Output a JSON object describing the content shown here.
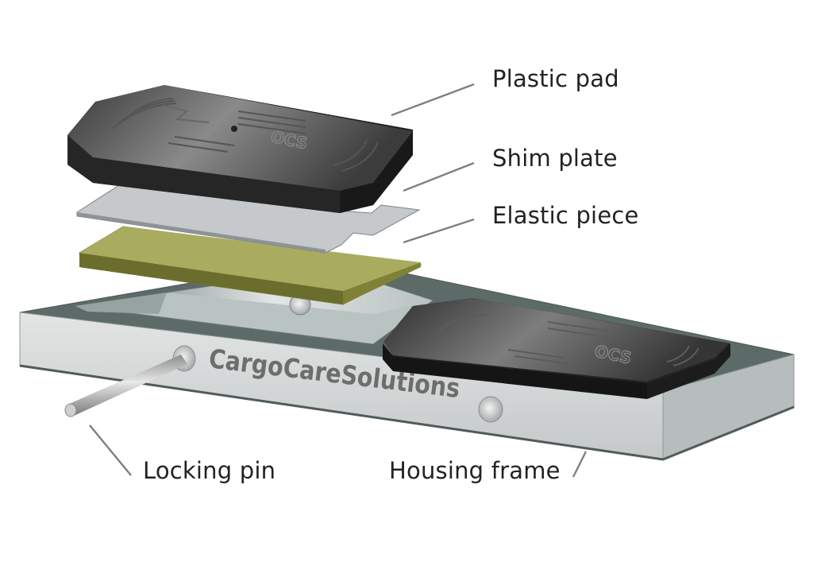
{
  "labels": {
    "plastic_pad": "Plastic pad",
    "shim_plate": "Shim plate",
    "elastic_piece": "Elastic piece",
    "locking_pin": "Locking pin",
    "housing_frame": "Housing frame"
  },
  "brand_text": "CargoCareSolutions",
  "pad_mark": "OCS",
  "colors": {
    "pad": "#2f2f2f",
    "shim": "#c9cdd0",
    "elastic": "#9fa35a",
    "frame_top": "#5d6b68",
    "frame_side": "#d3d6d6",
    "leader_line": "#7f7f7f"
  }
}
